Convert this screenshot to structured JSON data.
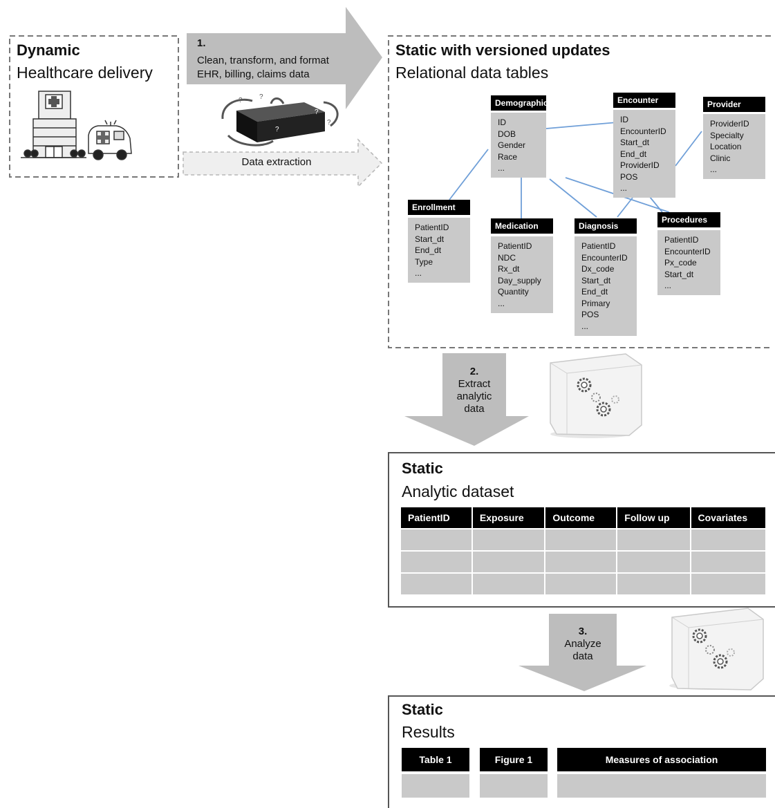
{
  "left_box": {
    "title": "Dynamic",
    "subtitle": "Healthcare delivery"
  },
  "step1": {
    "number": "1.",
    "text_line1": "Clean, transform, and format",
    "text_line2": "EHR, billing, claims data"
  },
  "extraction_label": "Data extraction",
  "relational_box": {
    "title": "Static with versioned updates",
    "subtitle": "Relational data tables"
  },
  "tables": {
    "demographics": {
      "title": "Demographics",
      "fields": [
        "ID",
        "DOB",
        "Gender",
        "Race",
        "..."
      ]
    },
    "encounter": {
      "title": "Encounter",
      "fields": [
        "ID",
        "EncounterID",
        "Start_dt",
        "End_dt",
        "ProviderID",
        "POS",
        "..."
      ]
    },
    "provider": {
      "title": "Provider",
      "fields": [
        "ProviderID",
        "Specialty",
        "Location",
        "Clinic",
        "..."
      ]
    },
    "enrollment": {
      "title": "Enrollment",
      "fields": [
        "PatientID",
        "Start_dt",
        "End_dt",
        "Type",
        "..."
      ]
    },
    "medication": {
      "title": "Medication",
      "fields": [
        "PatientID",
        "NDC",
        "Rx_dt",
        "Day_supply",
        "Quantity",
        "..."
      ]
    },
    "diagnosis": {
      "title": "Diagnosis",
      "fields": [
        "PatientID",
        "EncounterID",
        "Dx_code",
        "Start_dt",
        "End_dt",
        "Primary",
        "POS",
        "..."
      ]
    },
    "procedures": {
      "title": "Procedures",
      "fields": [
        "PatientID",
        "EncounterID",
        "Px_code",
        "Start_dt",
        "..."
      ]
    }
  },
  "step2": {
    "number": "2.",
    "lines": [
      "Extract",
      "analytic",
      "data"
    ]
  },
  "analytic_box": {
    "title": "Static",
    "subtitle": "Analytic dataset",
    "columns": [
      "PatientID",
      "Exposure",
      "Outcome",
      "Follow up",
      "Covariates"
    ]
  },
  "step3": {
    "number": "3.",
    "lines": [
      "Analyze",
      "data"
    ]
  },
  "results_box": {
    "title": "Static",
    "subtitle": "Results",
    "columns": [
      "Table 1",
      "Figure 1",
      "Measures of association"
    ]
  },
  "colors": {
    "connector": "#6f9fd8",
    "arrow_fill": "#bdbdbd",
    "table_body": "#c9c9c9",
    "header": "#000000"
  },
  "icons": [
    "hospital-icon",
    "ambulance-icon",
    "black-box-icon",
    "gear-cube-icon"
  ]
}
